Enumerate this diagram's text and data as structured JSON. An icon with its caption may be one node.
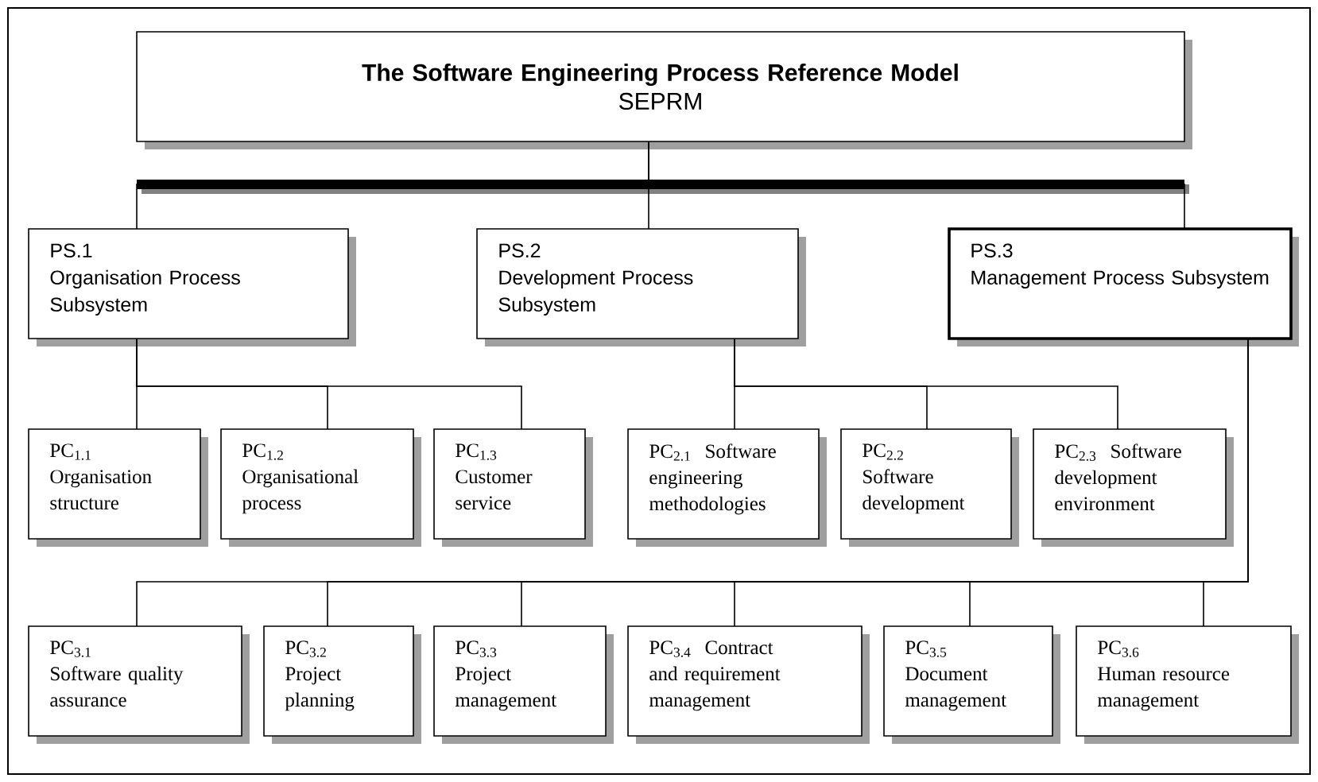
{
  "diagram": {
    "nodes": [
      {
        "text": [
          "The Software Engineering Process Reference Model",
          "SEPRM"
        ]
      },
      {
        "text": [
          "PS.1",
          "Organisation Process Subsystem"
        ]
      },
      {
        "text": [
          "PS.2",
          "Development Process Subsystem"
        ]
      },
      {
        "text": [
          "PS.3",
          "Management Process Subsystem"
        ]
      },
      {
        "text": [
          "PC$_{1.1}$",
          "Organisation structure"
        ]
      },
      {
        "text": [
          "PC$_{1.2}$",
          "Organisational process"
        ]
      },
      {
        "text": [
          "PC$_{1.3}$",
          "Customer service"
        ]
      },
      {
        "text": [
          "PC$_{2.1}$",
          "Software engineering methodologies"
        ]
      },
      {
        "text": [
          "PC$_{2.2}$",
          "Software development"
        ]
      },
      {
        "text": [
          "PC$_{2.3}$",
          "Software development environment"
        ]
      },
      {
        "text": [
          "PC$_{3.1}$",
          "Software quality assurance"
        ]
      },
      {
        "text": [
          "PC$_{3.2}$",
          "Project planning"
        ]
      },
      {
        "text": [
          "PC$_{3.3}$",
          "Project management"
        ]
      },
      {
        "text": [
          "PC$_{3.4}$",
          "Contract and requirement management"
        ]
      },
      {
        "text": [
          "PC$_{3.5}$",
          "Document management"
        ]
      },
      {
        "text": [
          "PC$_{3.6}$",
          "Human resource management"
        ]
      }
    ],
    "edges": [
      {
        "from": 0,
        "to": 1,
        "arrow": "none"
      },
      {
        "from": 0,
        "to": 2,
        "arrow": "none"
      },
      {
        "from": 0,
        "to": 3,
        "arrow": "none"
      },
      {
        "from": 1,
        "to": 4,
        "arrow": "none"
      },
      {
        "from": 1,
        "to": 5,
        "arrow": "none"
      },
      {
        "from": 1,
        "to": 6,
        "arrow": "none"
      },
      {
        "from": 2,
        "to": 7,
        "arrow": "none"
      },
      {
        "from": 2,
        "to": 8,
        "arrow": "none"
      },
      {
        "from": 2,
        "to": 9,
        "arrow": "none"
      },
      {
        "from": 3,
        "to": 10,
        "arrow": "none"
      },
      {
        "from": 3,
        "to": 11,
        "arrow": "none"
      },
      {
        "from": 3,
        "to": 12,
        "arrow": "none"
      },
      {
        "from": 3,
        "to": 13,
        "arrow": "none"
      },
      {
        "from": 3,
        "to": 14,
        "arrow": "none"
      },
      {
        "from": 3,
        "to": 15,
        "arrow": "none"
      }
    ]
  }
}
